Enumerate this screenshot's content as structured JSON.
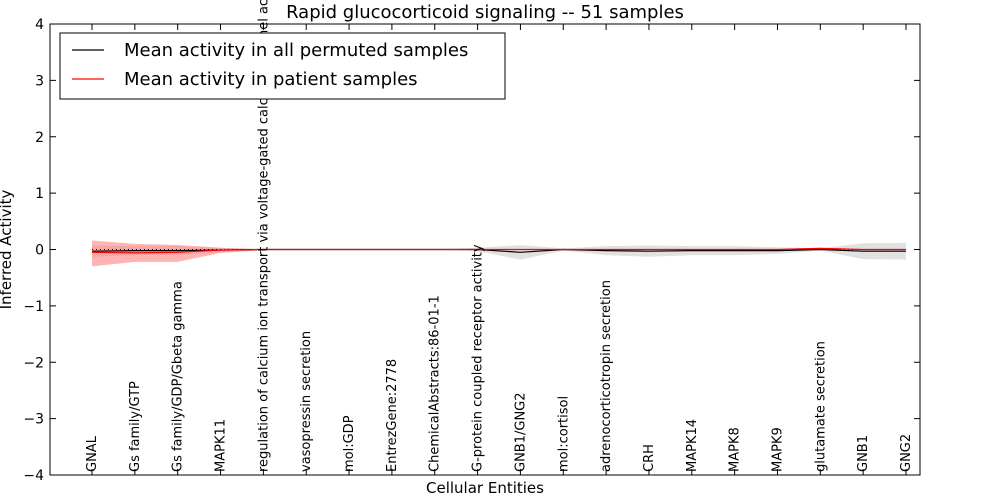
{
  "chart_data": {
    "type": "line",
    "title": "Rapid glucocorticoid signaling -- 51 samples",
    "xlabel": "Cellular Entities",
    "ylabel": "Inferred Activity",
    "ylim": [
      -4,
      4
    ],
    "yticks": [
      -4,
      -3,
      -2,
      -1,
      0,
      1,
      2,
      3,
      4
    ],
    "grid": false,
    "legend_position": "top-left",
    "categories": [
      "GNAL",
      "Gs family/GTP",
      "Gs family/GDP/Gbeta gamma",
      "MAPK11",
      "regulation of calcium ion transport via voltage-gated calcium channel activity",
      "vasopressin secretion",
      "mol:GDP",
      "EntrezGene:2778",
      "ChemicalAbstracts:86-01-1",
      "G-protein coupled receptor activity",
      "GNB1/GNG2",
      "mol:cortisol",
      "adrenocorticotropin secretion",
      "CRH",
      "MAPK14",
      "MAPK8",
      "MAPK9",
      "glutamate secretion",
      "GNB1",
      "GNG2"
    ],
    "series": [
      {
        "name": "Mean activity in all permuted samples",
        "color": "#000000",
        "band_color": "#c8c8c8",
        "values": [
          -0.03,
          -0.02,
          -0.02,
          -0.01,
          0.0,
          0.0,
          0.0,
          0.0,
          0.0,
          0.0,
          -0.05,
          0.0,
          -0.02,
          -0.03,
          -0.02,
          -0.02,
          -0.02,
          0.0,
          -0.03,
          -0.03
        ],
        "band_lower": [
          -0.13,
          -0.1,
          -0.1,
          -0.05,
          0.0,
          0.0,
          0.0,
          0.0,
          0.0,
          -0.03,
          -0.18,
          -0.02,
          -0.1,
          -0.13,
          -0.1,
          -0.1,
          -0.08,
          -0.02,
          -0.17,
          -0.18
        ],
        "band_upper": [
          0.07,
          0.06,
          0.06,
          0.03,
          0.0,
          0.0,
          0.0,
          0.0,
          0.0,
          0.03,
          0.08,
          0.02,
          0.06,
          0.07,
          0.06,
          0.06,
          0.04,
          0.02,
          0.11,
          0.12
        ]
      },
      {
        "name": "Mean activity in patient samples",
        "color": "#ff0000",
        "band_color": "#ff8080",
        "values": [
          -0.05,
          -0.06,
          -0.05,
          -0.01,
          0.0,
          0.0,
          0.0,
          0.0,
          0.0,
          0.0,
          0.0,
          0.0,
          0.0,
          0.0,
          0.0,
          0.0,
          0.0,
          0.02,
          0.0,
          0.0
        ],
        "band_lower": [
          -0.3,
          -0.22,
          -0.22,
          -0.06,
          -0.01,
          0.0,
          0.0,
          0.0,
          0.0,
          0.0,
          0.0,
          0.0,
          0.0,
          0.0,
          0.0,
          0.0,
          0.0,
          0.0,
          0.0,
          0.0
        ],
        "band_upper": [
          0.16,
          0.1,
          0.08,
          0.03,
          0.01,
          0.0,
          0.0,
          0.0,
          0.0,
          0.0,
          0.0,
          0.0,
          0.0,
          0.0,
          0.0,
          0.0,
          0.0,
          0.03,
          0.0,
          0.0
        ]
      }
    ],
    "reference_line": {
      "style": "dotted",
      "y": 0
    }
  }
}
